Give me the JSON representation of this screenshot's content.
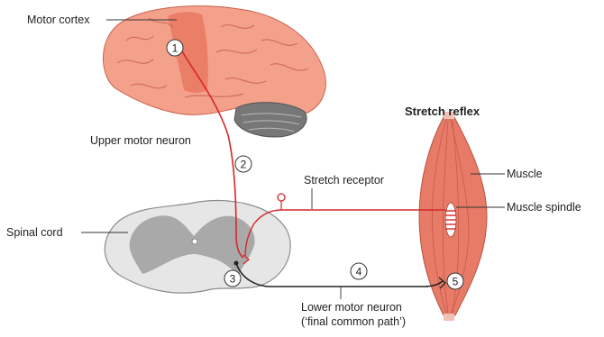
{
  "labels": {
    "motor_cortex": "Motor cortex",
    "upper_motor_neuron": "Upper motor neuron",
    "stretch_receptor": "Stretch receptor",
    "stretch_reflex": "Stretch reflex",
    "muscle": "Muscle",
    "muscle_spindle": "Muscle spindle",
    "spinal_cord": "Spinal cord",
    "lower_motor_neuron_line1": "Lower motor neuron",
    "lower_motor_neuron_line2": "(‘final common path’)"
  },
  "steps": [
    "1",
    "2",
    "3",
    "4",
    "5"
  ],
  "colors": {
    "brain": "#f4a18c",
    "brain_fold": "#d9705a",
    "motor_strip": "#e9785f",
    "cerebellum": "#777777",
    "spinal_white": "#e6e6e6",
    "spinal_grey": "#a9a9a9",
    "muscle": "#e77b68",
    "neuron_red": "#d6282b",
    "neuron_black": "#222222"
  }
}
